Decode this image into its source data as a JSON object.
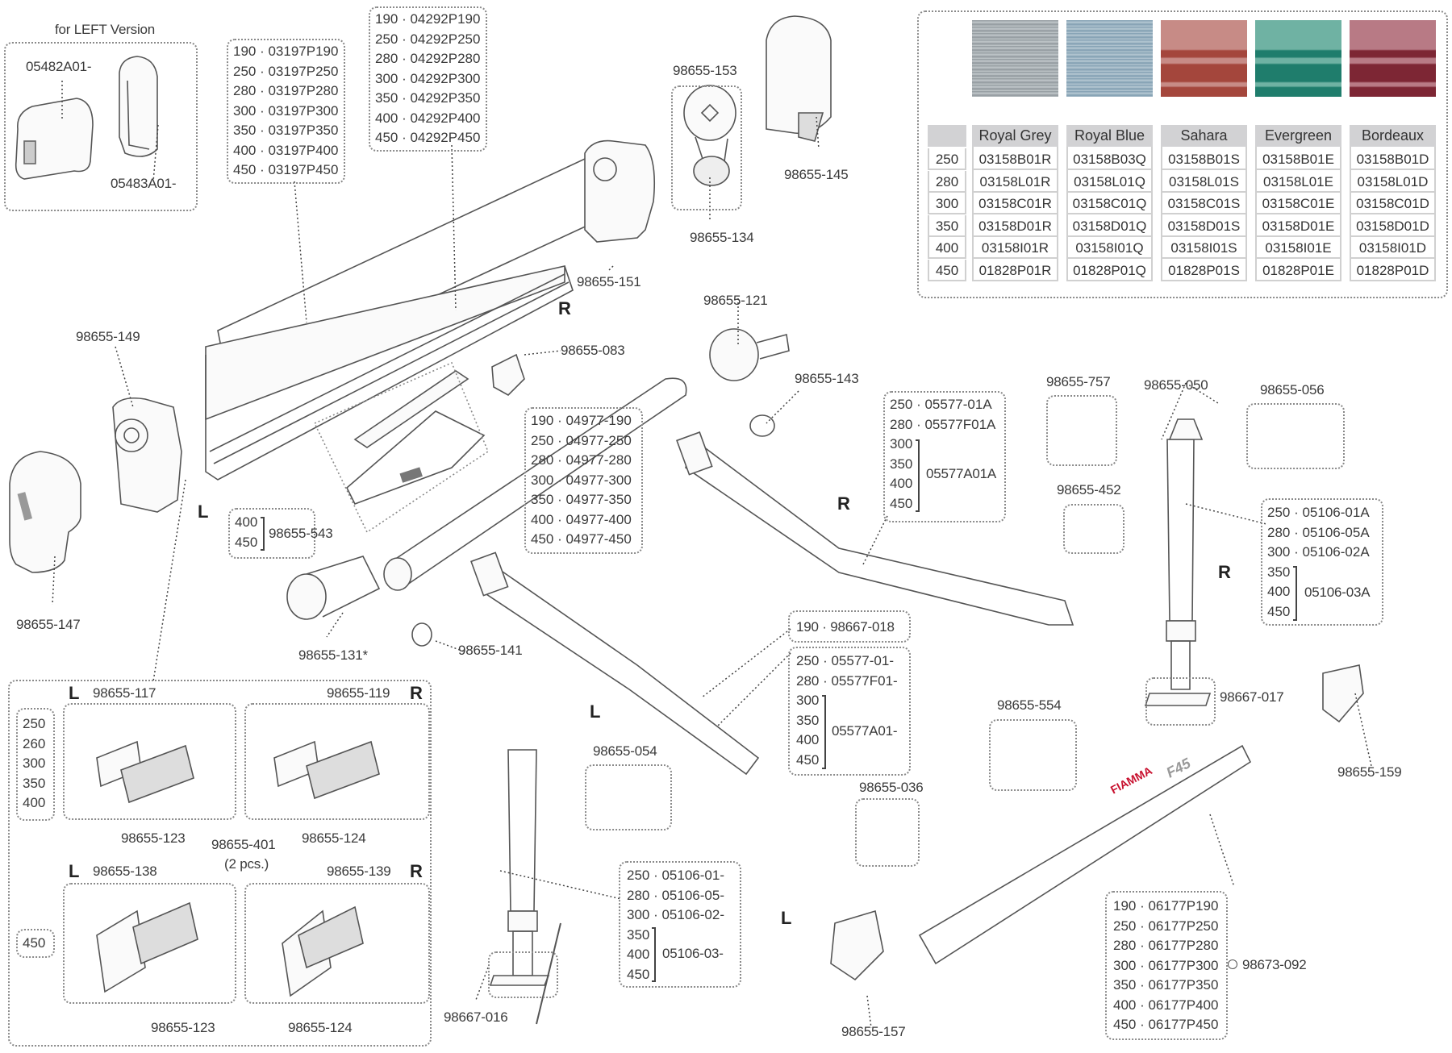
{
  "left_version": {
    "title": "for LEFT Version",
    "parts": [
      "05482A01-",
      "05483A01-"
    ]
  },
  "lists": {
    "front_profile": [
      "190 · 03197P190",
      "250 · 03197P250",
      "280 · 03197P280",
      "300 · 03197P300",
      "350 · 03197P350",
      "400 · 03197P400",
      "450 · 03197P450"
    ],
    "back_profile": [
      "190 · 04292P190",
      "250 · 04292P250",
      "280 · 04292P280",
      "300 · 04292P300",
      "350 · 04292P350",
      "400 · 04292P400",
      "450 · 04292P450"
    ],
    "roller_tube": [
      "190 · 04977-190",
      "250 · 04977-250",
      "280 · 04977-280",
      "300 · 04977-300",
      "350 · 04977-350",
      "400 · 04977-400",
      "450 · 04977-450"
    ],
    "arm_right": {
      "rows": [
        "250 · 05577-01A",
        "280 · 05577F01A"
      ],
      "group_sizes": [
        "300",
        "350",
        "400",
        "450"
      ],
      "group_part": "05577A01A"
    },
    "arm_left_190": "190 · 98667-018",
    "arm_left": {
      "rows": [
        "250 · 05577-01-",
        "280 · 05577F01-"
      ],
      "group_sizes": [
        "300",
        "350",
        "400",
        "450"
      ],
      "group_part": "05577A01-"
    },
    "leg_right": {
      "rows": [
        "250 · 05106-01A",
        "280 · 05106-05A",
        "300 · 05106-02A"
      ],
      "group_sizes": [
        "350",
        "400",
        "450"
      ],
      "group_part": "05106-03A"
    },
    "leg_left": {
      "rows": [
        "250 · 05106-01-",
        "280 · 05106-05-",
        "300 · 05106-02-"
      ],
      "group_sizes": [
        "350",
        "400",
        "450"
      ],
      "group_part": "05106-03-"
    },
    "valance": [
      "190 · 06177P190",
      "250 · 06177P250",
      "280 · 06177P280",
      "300 · 06177P300",
      "350 · 06177P350",
      "400 · 06177P400",
      "450 · 06177P450"
    ],
    "support_543": {
      "sizes": [
        "400",
        "450"
      ],
      "part": "98655-543"
    }
  },
  "labels": {
    "p153": "98655-153",
    "p134": "98655-134",
    "p145": "98655-145",
    "p151": "98655-151",
    "p149": "98655-149",
    "p147": "98655-147",
    "p083": "98655-083",
    "p121": "98655-121",
    "p143": "98655-143",
    "p131": "98655-131*",
    "p141": "98655-141",
    "p757": "98655-757",
    "p050": "98655-050",
    "p056": "98655-056",
    "p452": "98655-452",
    "p017": "98667-017",
    "p159": "98655-159",
    "p554": "98655-554",
    "p054": "98655-054",
    "p036": "98655-036",
    "p016": "98667-016",
    "p157": "98655-157",
    "p092": "98673-092"
  },
  "side_markers": {
    "R": "R",
    "L": "L"
  },
  "bracket_kits": {
    "sizes_a": [
      "250",
      "260",
      "300",
      "350",
      "400"
    ],
    "sizes_b": [
      "450"
    ],
    "kit_117": "98655-117",
    "kit_119": "98655-119",
    "kit_138": "98655-138",
    "kit_139": "98655-139",
    "p123": "98655-123",
    "p124": "98655-124",
    "p401": "98655-401",
    "p401_note": "(2 pcs.)"
  },
  "fabric_table": {
    "colors": [
      {
        "name": "Royal Grey",
        "swatch": [
          "#8f979c",
          "#c3c9cc"
        ]
      },
      {
        "name": "Royal Blue",
        "swatch": [
          "#7f9db0",
          "#b8cad4"
        ]
      },
      {
        "name": "Sahara",
        "swatch": [
          "#a4463c",
          "#c78b86"
        ]
      },
      {
        "name": "Evergreen",
        "swatch": [
          "#1f7d6c",
          "#6fb2a3"
        ]
      },
      {
        "name": "Bordeaux",
        "swatch": [
          "#7d2634",
          "#b87a85"
        ]
      }
    ],
    "rows": [
      {
        "size": "250",
        "codes": [
          "03158B01R",
          "03158B03Q",
          "03158B01S",
          "03158B01E",
          "03158B01D"
        ]
      },
      {
        "size": "280",
        "codes": [
          "03158L01R",
          "03158L01Q",
          "03158L01S",
          "03158L01E",
          "03158L01D"
        ]
      },
      {
        "size": "300",
        "codes": [
          "03158C01R",
          "03158C01Q",
          "03158C01S",
          "03158C01E",
          "03158C01D"
        ]
      },
      {
        "size": "350",
        "codes": [
          "03158D01R",
          "03158D01Q",
          "03158D01S",
          "03158D01E",
          "03158D01D"
        ]
      },
      {
        "size": "400",
        "codes": [
          "03158I01R",
          "03158I01Q",
          "03158I01S",
          "03158I01E",
          "03158I01D"
        ]
      },
      {
        "size": "450",
        "codes": [
          "01828P01R",
          "01828P01Q",
          "01828P01S",
          "01828P01E",
          "01828P01D"
        ]
      }
    ]
  }
}
